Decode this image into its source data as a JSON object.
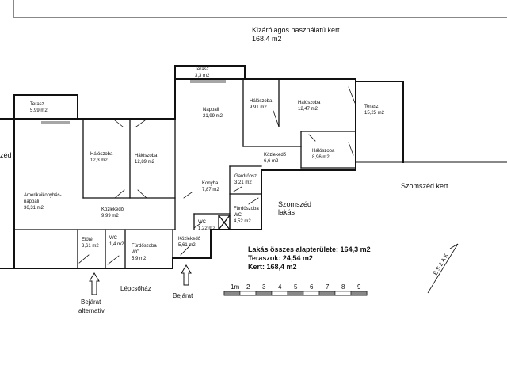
{
  "garden": {
    "label": "Kizárólagos használatú kert",
    "area": "168,4 m2"
  },
  "neighbor_left": "zéd",
  "neighbor_garden": "Szomszéd kert",
  "neighbor_flat": {
    "line1": "Szomszéd",
    "line2": "lakás"
  },
  "stairwell": "Lépcsőház",
  "entrance_main": "Bejárat",
  "entrance_alt": {
    "line1": "Bejárat",
    "line2": "alternatív"
  },
  "rooms": {
    "terrace_left": {
      "name": "Terasz",
      "area": "5,99 m2"
    },
    "terrace_top": {
      "name": "Terasz",
      "area": "3,3 m2"
    },
    "terrace_right": {
      "name": "Terasz",
      "area": "15,25 m2"
    },
    "living": {
      "name": "Nappali",
      "area": "21,99 m2"
    },
    "bed1": {
      "name": "Hálószoba",
      "area": "9,91 m2"
    },
    "bed2": {
      "name": "Hálószoba",
      "area": "12,47 m2"
    },
    "bed3": {
      "name": "Hálószoba",
      "area": "12,3 m2"
    },
    "bed4": {
      "name": "Hálószoba",
      "area": "12,89 m2"
    },
    "bed5": {
      "name": "Hálószoba",
      "area": "8,96 m2"
    },
    "hall_right": {
      "name": "Közlekedő",
      "area": "6,6 m2"
    },
    "kitchen_living": {
      "name1": "Amerikaikonyhás-",
      "name2": "nappali",
      "area": "36,31 m2"
    },
    "hall_mid": {
      "name": "Közlekedő",
      "area": "9,99 m2"
    },
    "kitchen": {
      "name": "Konyha",
      "area": "7,87 m2"
    },
    "wardrobe": {
      "name": "Gardrόbsz.",
      "area": "3,21 m2"
    },
    "bath_right": {
      "name1": "Fürdőszoba",
      "name2": "WC",
      "area": "4,52 m2"
    },
    "wc_mid": {
      "name": "WC",
      "area": "1,22 m2"
    },
    "hall_entry": {
      "name": "Közlekedő",
      "area": "5,61 m2"
    },
    "foyer": {
      "name": "Előtér",
      "area": "3,61 m2"
    },
    "wc_small": {
      "name": "WC",
      "area": "1,4 m2"
    },
    "bath_left": {
      "name1": "Fürdőszoba",
      "name2": "WC",
      "area": "5,9 m2"
    }
  },
  "summary": {
    "total": "Lakás összes alapterülete: 164,3 m2",
    "terraces": "Teraszok: 24,54 m2",
    "garden": "Kert: 168,4 m2"
  },
  "scale": {
    "labels": [
      "1m",
      "2",
      "3",
      "4",
      "5",
      "6",
      "7",
      "8",
      "9"
    ]
  },
  "north": "É S Z A K"
}
